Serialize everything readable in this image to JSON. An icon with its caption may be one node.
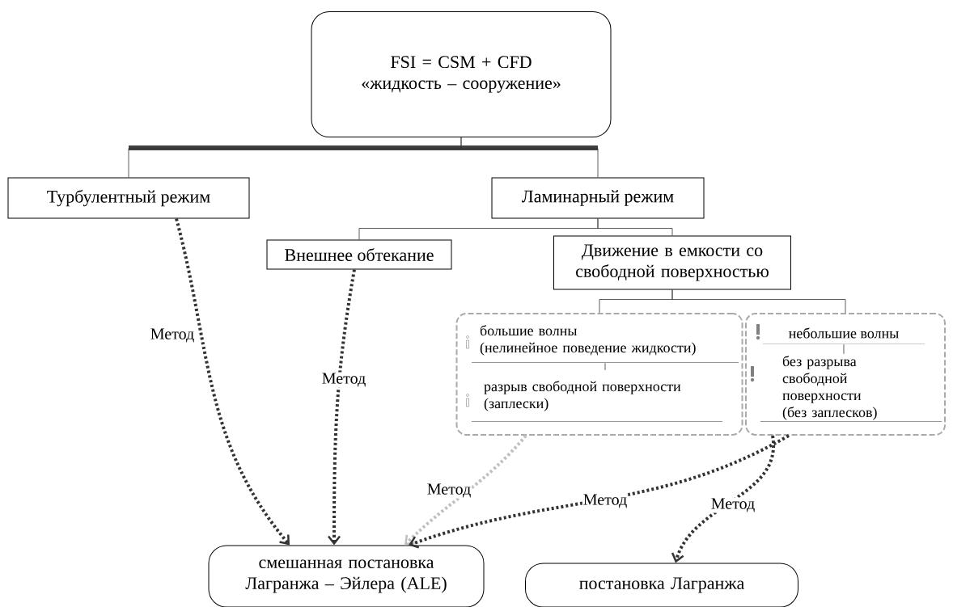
{
  "diagram": {
    "nodes": [
      {
        "text": [
          "FSI = CSM + CFD",
          "«жидкость – сооружение»"
        ]
      },
      {
        "text": [
          "Турбулентный режим"
        ]
      },
      {
        "text": [
          "Ламинарный режим"
        ]
      },
      {
        "text": [
          "Внешнее обтекание"
        ]
      },
      {
        "text": [
          "Движение в емкости со свободной поверхностью"
        ]
      },
      {
        "text": [],
        "shape": "box"
      },
      {
        "text": [
          "большие волны",
          "(нелинейное поведение жидкости)"
        ],
        "in": 5
      },
      {
        "text": [
          "разрыв свободной поверхности",
          "(заплески)"
        ],
        "in": 5
      },
      {
        "text": [],
        "shape": "box"
      },
      {
        "text": [
          "небольшие волны"
        ],
        "in": 8
      },
      {
        "text": [
          "без разрыва свободной поверхности",
          "(без заплесков)"
        ],
        "in": 8
      },
      {
        "text": [
          "смешанная постановка Лагранжа – Эйлера (ALE)"
        ]
      },
      {
        "text": [
          "постановка Лагранжа"
        ]
      }
    ],
    "edges": [
      {
        "from": 0,
        "to": 1,
        "arrow": "none"
      },
      {
        "from": 0,
        "to": 2,
        "arrow": "none"
      },
      {
        "from": 2,
        "to": 3,
        "arrow": "none"
      },
      {
        "from": 2,
        "to": 4,
        "arrow": "none"
      },
      {
        "from": 4,
        "to": 5,
        "arrow": "none"
      },
      {
        "from": 4,
        "to": 8,
        "arrow": "none"
      },
      {
        "from": 6,
        "to": 7,
        "arrow": "none"
      },
      {
        "from": 9,
        "to": 10,
        "arrow": "none"
      },
      {
        "from": 1,
        "to": 11,
        "arrow": "to",
        "label": "Метод",
        "style": "dashed"
      },
      {
        "from": 3,
        "to": 11,
        "arrow": "to",
        "label": "Метод",
        "style": "dashed"
      },
      {
        "from": 5,
        "to": 11,
        "arrow": "to",
        "label": "Метод",
        "style": "dashed",
        "color": "#c0c0c0"
      },
      {
        "from": 8,
        "to": 11,
        "arrow": "to",
        "label": "Метод",
        "style": "dashed"
      },
      {
        "from": 8,
        "to": 12,
        "arrow": "to",
        "label": "Метод",
        "style": "dashed"
      }
    ]
  }
}
